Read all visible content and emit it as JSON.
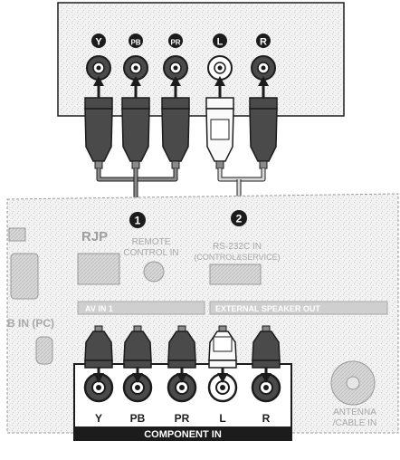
{
  "colors": {
    "line": "#1c1c1c",
    "dark_plug": "#4a4a4a",
    "mid_gray": "#8a8a8a",
    "light_gray": "#d8d8d8",
    "panel_bg": "#f3f3f3",
    "white": "#ffffff"
  },
  "device_top": {
    "jacks": [
      {
        "badge": "Y",
        "jack_style": "dark"
      },
      {
        "badge": "PB",
        "jack_style": "dark"
      },
      {
        "badge": "PR",
        "jack_style": "dark"
      },
      {
        "badge": "L",
        "jack_style": "white"
      },
      {
        "badge": "R",
        "jack_style": "dark"
      }
    ]
  },
  "callouts": [
    "1",
    "2"
  ],
  "tv_panel": {
    "port_rjp": "RJP",
    "port_remote_line1": "REMOTE",
    "port_remote_line2": "CONTROL IN",
    "port_rs232_line1": "RS-232C IN",
    "port_rs232_line2": "(CONTROL&SERVICE)",
    "label_av1": "AV IN 1",
    "label_speaker": "EXTERNAL SPEAKER OUT",
    "label_rgb": "B IN (PC)",
    "jack_labels": [
      "Y",
      "PB",
      "PR",
      "L",
      "R"
    ],
    "component_in": "COMPONENT IN",
    "antenna_line1": "ANTENNA",
    "antenna_line2": "/CABLE IN"
  }
}
